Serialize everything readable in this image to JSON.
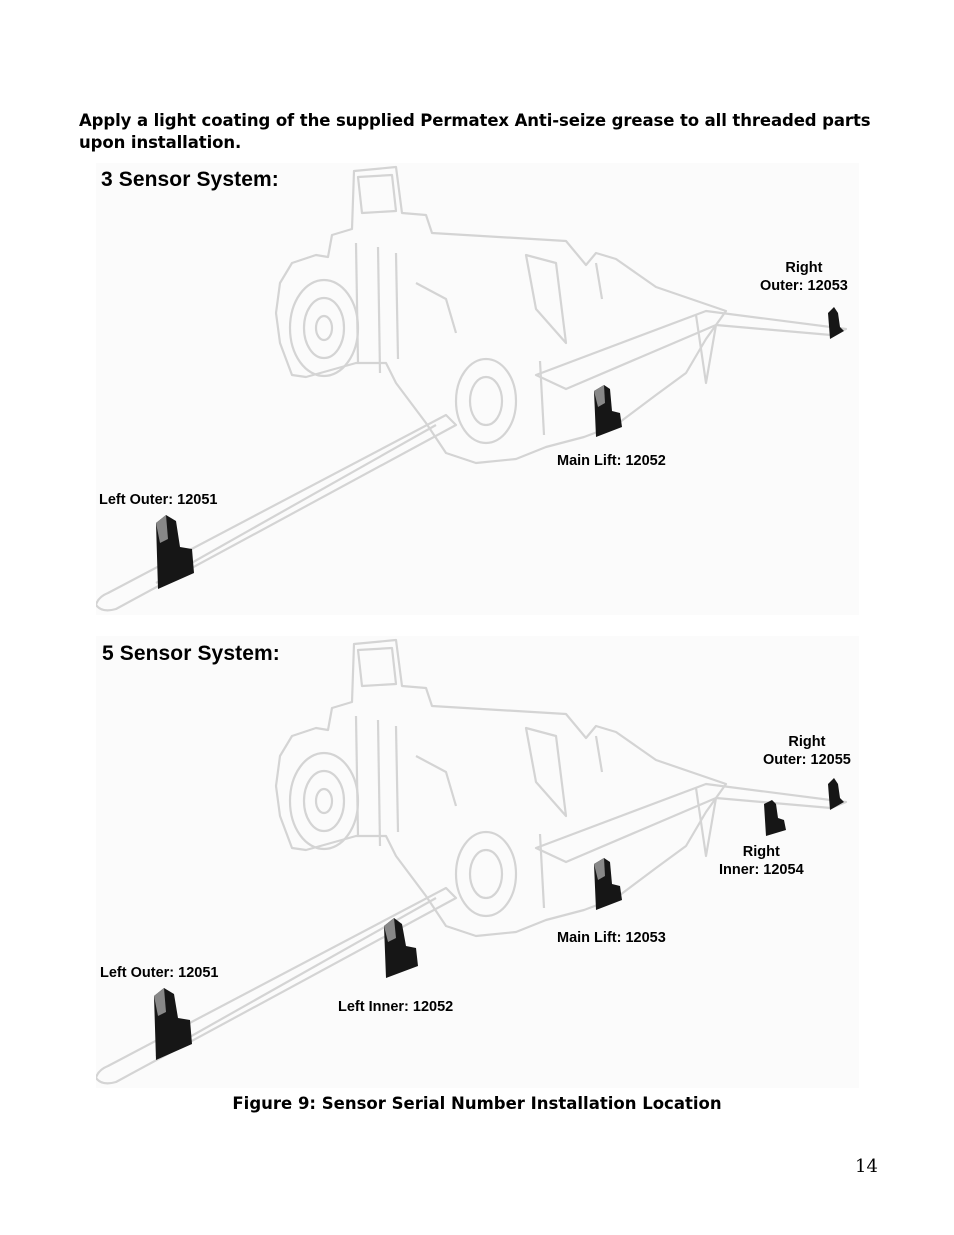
{
  "intro_text": "Apply a light coating of the supplied Permatex Anti-seize grease to all threaded parts upon installation.",
  "figures": [
    {
      "title": "3 Sensor System:",
      "labels": {
        "right_outer_line1": "Right",
        "right_outer_line2": "Outer: 12053",
        "main_lift": "Main Lift: 12052",
        "left_outer": "Left Outer: 12051"
      }
    },
    {
      "title": "5 Sensor System:",
      "labels": {
        "right_outer_line1": "Right",
        "right_outer_line2": "Outer: 12055",
        "right_inner_line1": "Right",
        "right_inner_line2": "Inner: 12054",
        "main_lift": "Main Lift: 12053",
        "left_outer": "Left Outer: 12051",
        "left_inner": "Left Inner: 12052"
      }
    }
  ],
  "caption": "Figure 9: Sensor Serial Number Installation Location",
  "page_number": "14",
  "colors": {
    "outline": "#d4d4d4",
    "sensor": "#111111",
    "background": "#fbfbfb"
  }
}
